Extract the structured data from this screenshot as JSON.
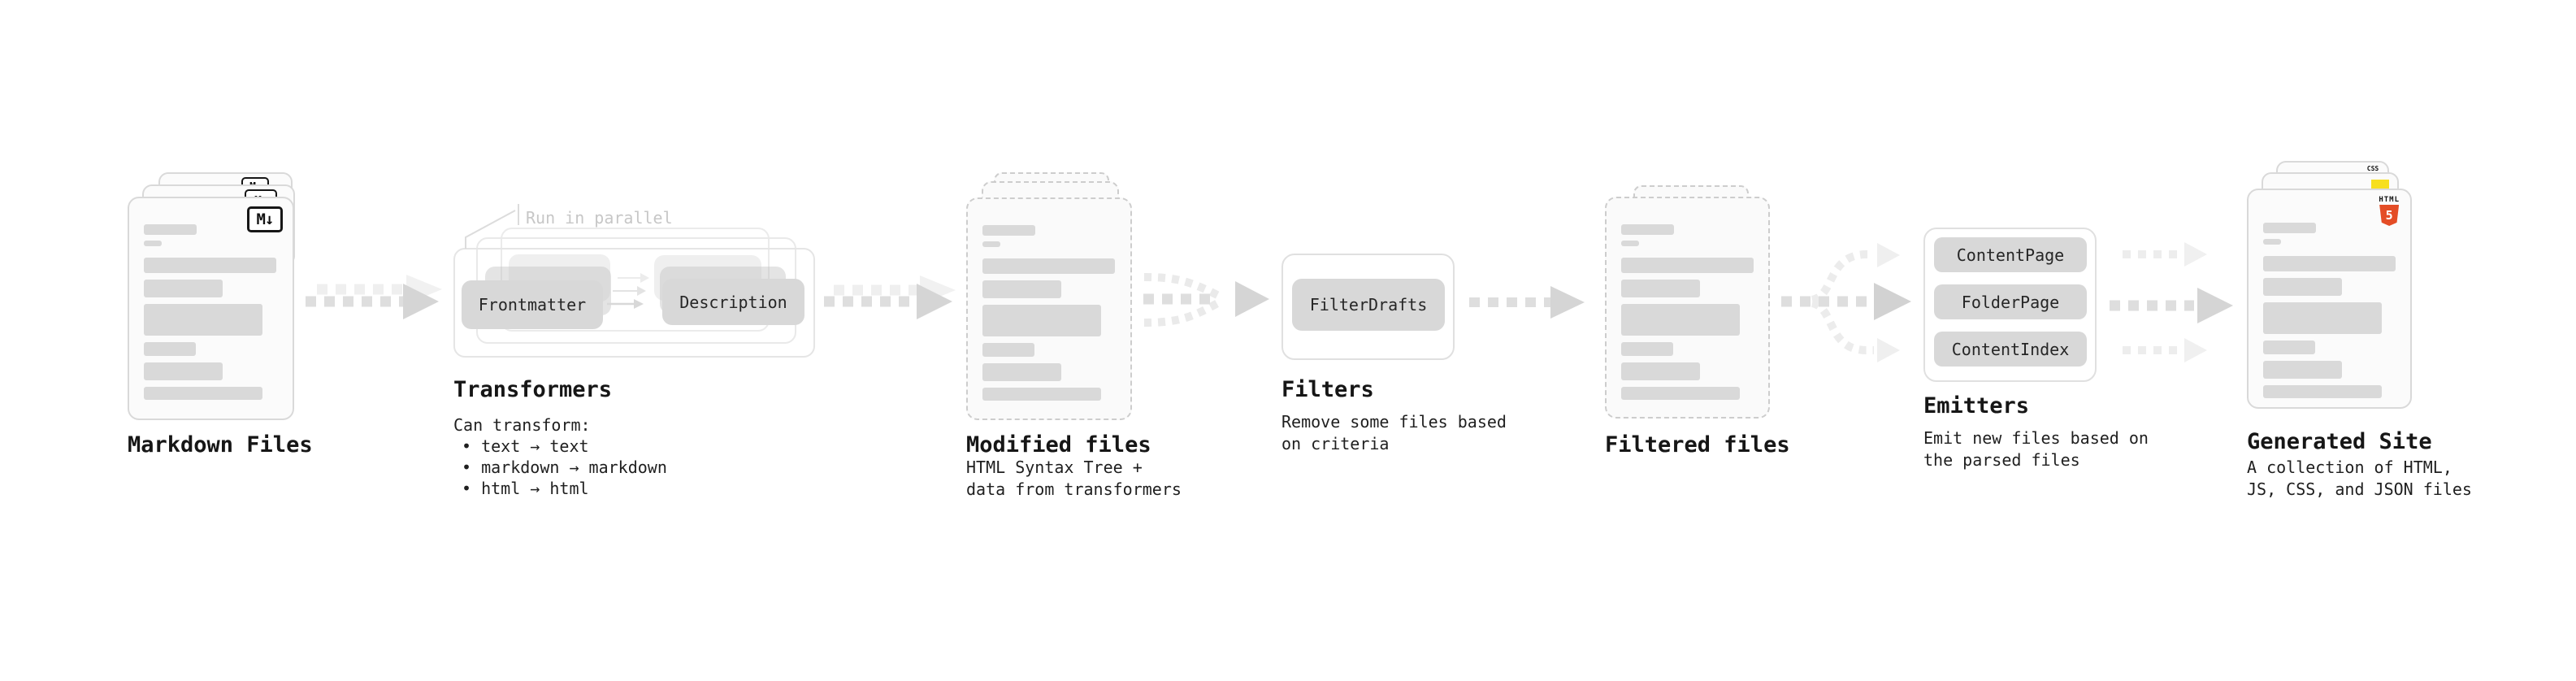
{
  "markdown_files": {
    "label": "Markdown Files",
    "icon_label": "M↓"
  },
  "transformers": {
    "label": "Transformers",
    "callout": "Run in parallel",
    "left_box": "Frontmatter",
    "right_box": "Description",
    "desc_intro": "Can transform:",
    "bullets": [
      "• text → text",
      "• markdown → markdown",
      "• html → html"
    ]
  },
  "modified_files": {
    "label": "Modified files",
    "desc": "HTML Syntax Tree +\ndata from transformers"
  },
  "filters": {
    "label": "Filters",
    "box": "FilterDrafts",
    "desc": "Remove some files based\non criteria"
  },
  "filtered_files": {
    "label": "Filtered files"
  },
  "emitters": {
    "label": "Emitters",
    "boxes": [
      "ContentPage",
      "FolderPage",
      "ContentIndex"
    ],
    "desc": "Emit new files based on\nthe parsed files"
  },
  "generated_site": {
    "label": "Generated Site",
    "desc": "A collection of HTML,\nJS, CSS, and JSON files",
    "badges": {
      "html_word": "HTML",
      "html_number": "5",
      "css_word": "CSS"
    }
  },
  "accents": {
    "html5_orange": "#e44d26",
    "js_yellow": "#f7df1e",
    "css_blue": "#2965f1"
  }
}
